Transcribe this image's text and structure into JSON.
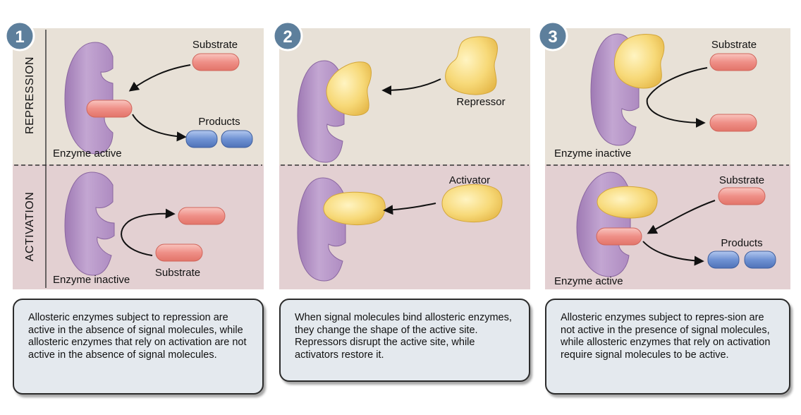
{
  "panels": [
    {
      "number": "1",
      "labels": {
        "substrate_top": "Substrate",
        "products_top": "Products",
        "enzyme_top": "Enzyme active",
        "enzyme_bottom": "Enzyme inactive",
        "substrate_bottom": "Substrate"
      },
      "caption": "Allosteric enzymes subject to repression are active in the absence of signal molecules, while allosteric enzymes that rely on activation are not active in the absence of signal molecules."
    },
    {
      "number": "2",
      "labels": {
        "repressor": "Repressor",
        "activator": "Activator"
      },
      "caption": "When signal molecules bind allosteric enzymes, they change the shape of the active site.  Repressors disrupt the active site, while activators restore it."
    },
    {
      "number": "3",
      "labels": {
        "substrate_top": "Substrate",
        "enzyme_top": "Enzyme inactive",
        "substrate_bottom": "Substrate",
        "products_bottom": "Products",
        "enzyme_bottom": "Enzyme active"
      },
      "caption": "Allosteric enzymes subject to repres-sion are not active in the presence of signal molecules, while allosteric enzymes that rely on activation require signal molecules to be active."
    }
  ],
  "row_labels": {
    "top": "REPRESSION",
    "bottom": "ACTIVATION"
  },
  "colors": {
    "repression_bg": "#e8e1d7",
    "activation_bg": "#e3d0d2",
    "enzyme": "#b592c6",
    "substrate": "#ee8e86",
    "product": "#6e91d2",
    "signal": "#f5d56a",
    "badge": "#5d7f9c"
  }
}
